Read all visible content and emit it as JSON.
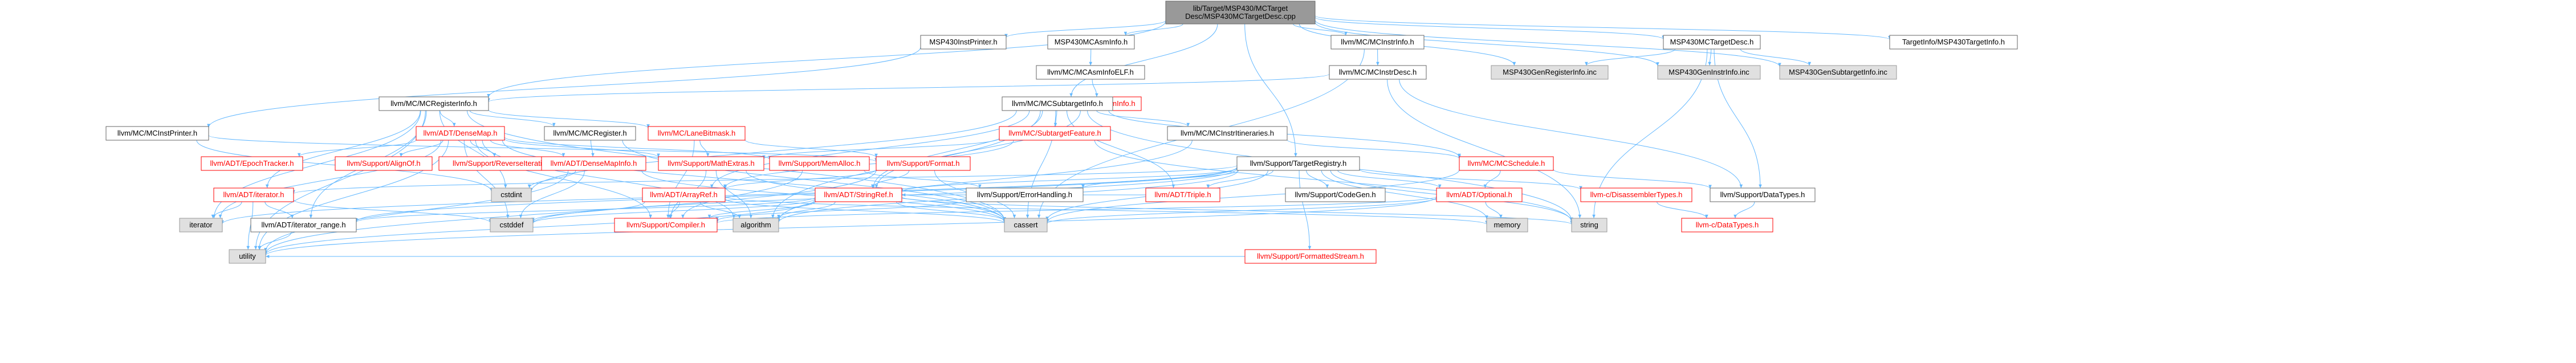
{
  "graph": {
    "root": "lib/Target/MSP430/MCTarget Desc/MSP430MCTargetDesc.cpp",
    "nodes": [
      {
        "id": "root",
        "label": "lib/Target/MSP430/MCTarget\nDesc/MSP430MCTargetDesc.cpp",
        "kind": "root"
      },
      {
        "id": "instprinter430",
        "label": "MSP430InstPrinter.h",
        "kind": "plain"
      },
      {
        "id": "asminfo430",
        "label": "MSP430MCAsmInfo.h",
        "kind": "plain"
      },
      {
        "id": "mcinstinfo",
        "label": "llvm/MC/MCInstrInfo.h",
        "kind": "plain"
      },
      {
        "id": "mctargetdesc430",
        "label": "MSP430MCTargetDesc.h",
        "kind": "plain"
      },
      {
        "id": "targetinfo430",
        "label": "TargetInfo/MSP430TargetInfo.h",
        "kind": "plain"
      },
      {
        "id": "asminfoelf",
        "label": "llvm/MC/MCAsmInfoELF.h",
        "kind": "plain"
      },
      {
        "id": "mcinstrdesc",
        "label": "llvm/MC/MCInstrDesc.h",
        "kind": "plain"
      },
      {
        "id": "genreginfo",
        "label": "MSP430GenRegisterInfo.inc",
        "kind": "external"
      },
      {
        "id": "geninstrinfo",
        "label": "MSP430GenInstrInfo.inc",
        "kind": "external"
      },
      {
        "id": "gensubtarget",
        "label": "MSP430GenSubtargetInfo.inc",
        "kind": "external"
      },
      {
        "id": "mcasminfo",
        "label": "llvm/MC/MCAsmInfo.h",
        "kind": "red"
      },
      {
        "id": "mcreginfo",
        "label": "llvm/MC/MCRegisterInfo.h",
        "kind": "plain"
      },
      {
        "id": "mcsubtargetinfo",
        "label": "llvm/MC/MCSubtargetInfo.h",
        "kind": "plain"
      },
      {
        "id": "mcinstprinter",
        "label": "llvm/MC/MCInstPrinter.h",
        "kind": "plain"
      },
      {
        "id": "densemap",
        "label": "llvm/ADT/DenseMap.h",
        "kind": "red"
      },
      {
        "id": "mcregister",
        "label": "llvm/MC/MCRegister.h",
        "kind": "plain"
      },
      {
        "id": "lanebitmask",
        "label": "llvm/MC/LaneBitmask.h",
        "kind": "red"
      },
      {
        "id": "subtargetfeature",
        "label": "llvm/MC/SubtargetFeature.h",
        "kind": "red"
      },
      {
        "id": "mcinstritin",
        "label": "llvm/MC/MCInstrItineraries.h",
        "kind": "plain"
      },
      {
        "id": "targetregistry",
        "label": "llvm/Support/TargetRegistry.h",
        "kind": "plain"
      },
      {
        "id": "epochtracker",
        "label": "llvm/ADT/EpochTracker.h",
        "kind": "red"
      },
      {
        "id": "alignof",
        "label": "llvm/Support/AlignOf.h",
        "kind": "red"
      },
      {
        "id": "reverseiter",
        "label": "llvm/Support/ReverseIteration.h",
        "kind": "red"
      },
      {
        "id": "densemapinfo",
        "label": "llvm/ADT/DenseMapInfo.h",
        "kind": "red"
      },
      {
        "id": "mathextras",
        "label": "llvm/Support/MathExtras.h",
        "kind": "red"
      },
      {
        "id": "memalloc",
        "label": "llvm/Support/MemAlloc.h",
        "kind": "red"
      },
      {
        "id": "format",
        "label": "llvm/Support/Format.h",
        "kind": "red"
      },
      {
        "id": "mcschedule",
        "label": "llvm/MC/MCSchedule.h",
        "kind": "red"
      },
      {
        "id": "datatypesh",
        "label": "llvm/Support/DataTypes.h",
        "kind": "plain"
      },
      {
        "id": "iteratorh",
        "label": "llvm/ADT/iterator.h",
        "kind": "red"
      },
      {
        "id": "cstdint",
        "label": "cstdint",
        "kind": "external"
      },
      {
        "id": "arrayref",
        "label": "llvm/ADT/ArrayRef.h",
        "kind": "red"
      },
      {
        "id": "stringref",
        "label": "llvm/ADT/StringRef.h",
        "kind": "red"
      },
      {
        "id": "errorhandling",
        "label": "llvm/Support/ErrorHandling.h",
        "kind": "plain"
      },
      {
        "id": "triple",
        "label": "llvm/ADT/Triple.h",
        "kind": "red"
      },
      {
        "id": "codegen",
        "label": "llvm/Support/CodeGen.h",
        "kind": "plain"
      },
      {
        "id": "optional",
        "label": "llvm/ADT/Optional.h",
        "kind": "red"
      },
      {
        "id": "disasmtypes",
        "label": "llvm-c/DisassemblerTypes.h",
        "kind": "red"
      },
      {
        "id": "iterator_ext",
        "label": "iterator",
        "kind": "external"
      },
      {
        "id": "iterrange",
        "label": "llvm/ADT/iterator_range.h",
        "kind": "plain"
      },
      {
        "id": "cstddef",
        "label": "cstddef",
        "kind": "external"
      },
      {
        "id": "compiler",
        "label": "llvm/Support/Compiler.h",
        "kind": "red"
      },
      {
        "id": "algorithm",
        "label": "algorithm",
        "kind": "external"
      },
      {
        "id": "cassert",
        "label": "cassert",
        "kind": "external"
      },
      {
        "id": "memory",
        "label": "memory",
        "kind": "external"
      },
      {
        "id": "string",
        "label": "string",
        "kind": "external"
      },
      {
        "id": "fmtstream",
        "label": "llvm/Support/FormattedStream.h",
        "kind": "red"
      },
      {
        "id": "cdatatypes",
        "label": "llvm-c/DataTypes.h",
        "kind": "red"
      },
      {
        "id": "utility",
        "label": "utility",
        "kind": "external"
      }
    ],
    "edges": [
      [
        "root",
        "instprinter430"
      ],
      [
        "root",
        "asminfo430"
      ],
      [
        "root",
        "mcinstinfo"
      ],
      [
        "root",
        "mctargetdesc430"
      ],
      [
        "root",
        "targetinfo430"
      ],
      [
        "root",
        "mcreginfo"
      ],
      [
        "root",
        "mcsubtargetinfo"
      ],
      [
        "root",
        "targetregistry"
      ],
      [
        "root",
        "genreginfo"
      ],
      [
        "root",
        "geninstrinfo"
      ],
      [
        "root",
        "gensubtarget"
      ],
      [
        "instprinter430",
        "mcinstprinter"
      ],
      [
        "asminfo430",
        "asminfoelf"
      ],
      [
        "asminfoelf",
        "mcasminfo"
      ],
      [
        "mcasminfo",
        "stringref"
      ],
      [
        "mcinstinfo",
        "mcinstrdesc"
      ],
      [
        "mcinstinfo",
        "cassert"
      ],
      [
        "mcinstrdesc",
        "mcreginfo"
      ],
      [
        "mcinstrdesc",
        "datatypesh"
      ],
      [
        "mcinstrdesc",
        "string"
      ],
      [
        "mctargetdesc430",
        "datatypesh"
      ],
      [
        "mctargetdesc430",
        "genreginfo"
      ],
      [
        "mctargetdesc430",
        "geninstrinfo"
      ],
      [
        "mctargetdesc430",
        "gensubtarget"
      ],
      [
        "mctargetdesc430",
        "string"
      ],
      [
        "mcreginfo",
        "densemap"
      ],
      [
        "mcreginfo",
        "iteratorh"
      ],
      [
        "mcreginfo",
        "iterrange"
      ],
      [
        "mcreginfo",
        "lanebitmask"
      ],
      [
        "mcreginfo",
        "mcregister"
      ],
      [
        "mcreginfo",
        "cassert"
      ],
      [
        "mcreginfo",
        "cstdint"
      ],
      [
        "mcreginfo",
        "iterator_ext"
      ],
      [
        "mcreginfo",
        "utility"
      ],
      [
        "mcsubtargetinfo",
        "arrayref"
      ],
      [
        "mcsubtargetinfo",
        "stringref"
      ],
      [
        "mcsubtargetinfo",
        "triple"
      ],
      [
        "mcsubtargetinfo",
        "mcinstritin"
      ],
      [
        "mcsubtargetinfo",
        "mcschedule"
      ],
      [
        "mcsubtargetinfo",
        "subtargetfeature"
      ],
      [
        "mcsubtargetinfo",
        "algorithm"
      ],
      [
        "mcsubtargetinfo",
        "cassert"
      ],
      [
        "mcsubtargetinfo",
        "cstdint"
      ],
      [
        "mcsubtargetinfo",
        "string"
      ],
      [
        "mcinstprinter",
        "format"
      ],
      [
        "mcinstprinter",
        "cstdint"
      ],
      [
        "densemap",
        "densemapinfo"
      ],
      [
        "densemap",
        "epochtracker"
      ],
      [
        "densemap",
        "alignof"
      ],
      [
        "densemap",
        "compiler"
      ],
      [
        "densemap",
        "mathextras"
      ],
      [
        "densemap",
        "memalloc"
      ],
      [
        "densemap",
        "reverseiter"
      ],
      [
        "densemap",
        "algorithm"
      ],
      [
        "densemap",
        "cassert"
      ],
      [
        "densemap",
        "cstddef"
      ],
      [
        "densemap",
        "iterator_ext"
      ],
      [
        "densemap",
        "utility"
      ],
      [
        "mcregister",
        "densemapinfo"
      ],
      [
        "mcregister",
        "cassert"
      ],
      [
        "lanebitmask",
        "compiler"
      ],
      [
        "lanebitmask",
        "format"
      ],
      [
        "lanebitmask",
        "mathextras"
      ],
      [
        "subtargetfeature",
        "arrayref"
      ],
      [
        "subtargetfeature",
        "mathextras"
      ],
      [
        "subtargetfeature",
        "string"
      ],
      [
        "mcinstritin",
        "mcschedule"
      ],
      [
        "mcinstritin",
        "algorithm"
      ],
      [
        "targetregistry",
        "disasmtypes"
      ],
      [
        "targetregistry",
        "optional"
      ],
      [
        "targetregistry",
        "stringref"
      ],
      [
        "targetregistry",
        "triple"
      ],
      [
        "targetregistry",
        "iteratorh"
      ],
      [
        "targetregistry",
        "iterrange"
      ],
      [
        "targetregistry",
        "codegen"
      ],
      [
        "targetregistry",
        "errorhandling"
      ],
      [
        "targetregistry",
        "fmtstream"
      ],
      [
        "targetregistry",
        "algorithm"
      ],
      [
        "targetregistry",
        "cassert"
      ],
      [
        "targetregistry",
        "cstddef"
      ],
      [
        "targetregistry",
        "iterator_ext"
      ],
      [
        "targetregistry",
        "memory"
      ],
      [
        "targetregistry",
        "string"
      ],
      [
        "densemapinfo",
        "cassert"
      ],
      [
        "densemapinfo",
        "cstddef"
      ],
      [
        "densemapinfo",
        "cstdint"
      ],
      [
        "densemapinfo",
        "utility"
      ],
      [
        "format",
        "arrayref"
      ],
      [
        "format",
        "stringref"
      ],
      [
        "format",
        "cassert"
      ],
      [
        "format",
        "utility"
      ],
      [
        "mcschedule",
        "optional"
      ],
      [
        "mcschedule",
        "datatypesh"
      ],
      [
        "mcschedule",
        "cassert"
      ],
      [
        "datatypesh",
        "cdatatypes"
      ],
      [
        "iteratorh",
        "iterrange"
      ],
      [
        "iteratorh",
        "iterator_ext"
      ],
      [
        "iteratorh",
        "cstddef"
      ],
      [
        "iteratorh",
        "utility"
      ],
      [
        "arrayref",
        "compiler"
      ],
      [
        "arrayref",
        "algorithm"
      ],
      [
        "arrayref",
        "cassert"
      ],
      [
        "arrayref",
        "cstddef"
      ],
      [
        "arrayref",
        "memory"
      ],
      [
        "stringref",
        "compiler"
      ],
      [
        "stringref",
        "algorithm"
      ],
      [
        "stringref",
        "cassert"
      ],
      [
        "stringref",
        "cstddef"
      ],
      [
        "stringref",
        "string"
      ],
      [
        "stringref",
        "utility"
      ],
      [
        "stringref",
        "iterrange"
      ],
      [
        "errorhandling",
        "compiler"
      ],
      [
        "triple",
        "stringref"
      ],
      [
        "optional",
        "compiler"
      ],
      [
        "optional",
        "memory"
      ],
      [
        "optional",
        "utility"
      ],
      [
        "optional",
        "cassert"
      ],
      [
        "disasmtypes",
        "cdatatypes"
      ],
      [
        "iterrange",
        "utility"
      ],
      [
        "memalloc",
        "compiler"
      ],
      [
        "memalloc",
        "errorhandling"
      ],
      [
        "mathextras",
        "compiler"
      ],
      [
        "mathextras",
        "algorithm"
      ],
      [
        "mathextras",
        "cassert"
      ],
      [
        "fmtstream",
        "utility"
      ]
    ]
  },
  "colors": {
    "root_fill": "#999999",
    "plain_fill": "#ffffff",
    "external_fill": "#e0e0e0",
    "border_plain": "#666666",
    "border_red": "#ff0000",
    "text_red": "#ff0000",
    "text_plain": "#000000",
    "edge": "#63b8ff"
  }
}
